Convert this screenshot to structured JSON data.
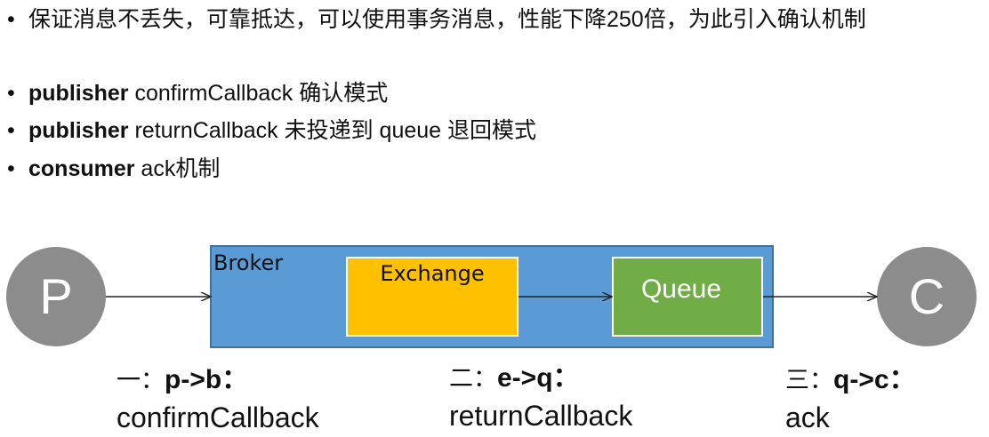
{
  "bullets": [
    {
      "bold": "",
      "text": "保证消息不丢失，可靠抵达，可以使用事务消息，性能下降250倍，为此引入确认机制"
    },
    {
      "bold": "publisher",
      "text": " confirmCallback 确认模式"
    },
    {
      "bold": "publisher",
      "text": " returnCallback 未投递到 queue 退回模式"
    },
    {
      "bold": "consumer",
      "text": " ack机制"
    }
  ],
  "bullet_glyph": "•",
  "diagram": {
    "broker_label": "Broker",
    "exchange_label": "Exchange",
    "queue_label": "Queue",
    "producer_label": "P",
    "consumer_label": "C",
    "colors": {
      "broker": "#5b9bd5",
      "exchange": "#ffc000",
      "queue": "#70ad47",
      "node": "#8c8c8c"
    }
  },
  "steps": [
    {
      "num": "一：",
      "route": "p->b：",
      "callback": "confirmCallback"
    },
    {
      "num": "二：",
      "route": "e->q：",
      "callback": "returnCallback"
    },
    {
      "num": "三：",
      "route": "q->c：",
      "callback": "ack"
    }
  ]
}
